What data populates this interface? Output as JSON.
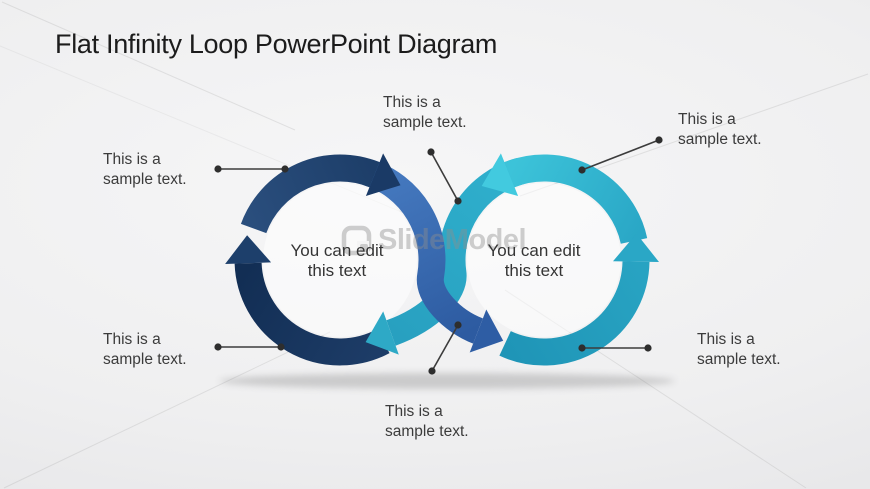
{
  "slide_title": "Flat Infinity Loop PowerPoint Diagram",
  "watermark": {
    "logo_icon": "slidemodel-logo",
    "text": "SlideModel"
  },
  "circle_labels": {
    "left": [
      "You can edit",
      "this text"
    ],
    "right": [
      "You can edit",
      "this text"
    ]
  },
  "callouts": {
    "top_center": [
      "This is a",
      "sample text."
    ],
    "top_right": [
      "This is a",
      "sample text."
    ],
    "left_top": [
      "This is a",
      "sample text."
    ],
    "left_bottom": [
      "This is a",
      "sample text."
    ],
    "bottom_center": [
      "This is a",
      "sample text."
    ],
    "right_bottom": [
      "This is a",
      "sample text."
    ]
  },
  "colors": {
    "navy_dark": "#16325a",
    "navy": "#1d3e69",
    "blue": "#3a6cb4",
    "teal": "#28a3c2",
    "cyan": "#42cadf",
    "label_text": "#3b3b3b",
    "title_text": "#1c1c1c",
    "leader_line": "#3c3c3c"
  }
}
